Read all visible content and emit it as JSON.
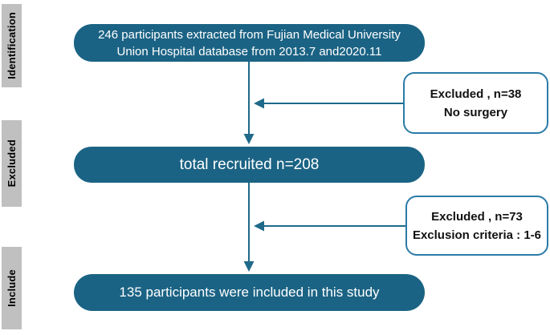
{
  "diagram": {
    "stages": [
      {
        "label": "Identification"
      },
      {
        "label": "Excluded"
      },
      {
        "label": "Include"
      }
    ],
    "nodes": {
      "identification": {
        "line1": "246 participants extracted from Fujian Medical University",
        "line2": "Union Hospital database from 2013.7 and2020.11"
      },
      "recruited": {
        "text": "total recruited n=208"
      },
      "included": {
        "text": "135 participants were included in this study"
      },
      "exclusion1": {
        "line1": "Excluded , n=38",
        "line2": "No surgery"
      },
      "exclusion2": {
        "line1": "Excluded , n=73",
        "line2": "Exclusion criteria : 1-6"
      }
    },
    "colors": {
      "node_fill": "#1b6384",
      "node_text": "#ffffff",
      "box_border": "#2b7ba8",
      "box_text": "#111111",
      "arrow": "#1f6a8a",
      "stage_bg": "#c0c0c0",
      "stage_text": "#000000",
      "page_bg": "#ffffff"
    }
  }
}
